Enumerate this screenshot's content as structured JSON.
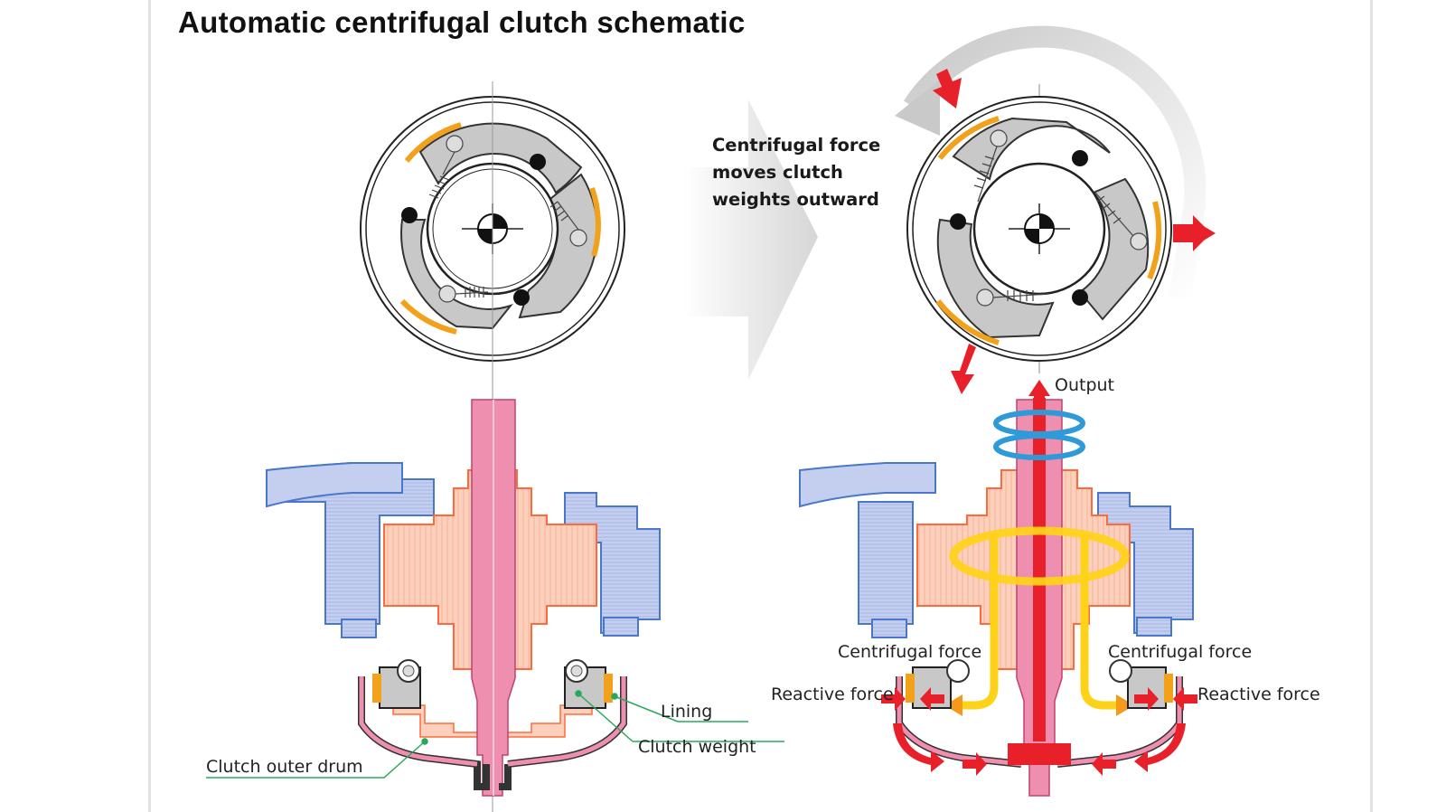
{
  "title": "Automatic centrifugal clutch schematic",
  "transition_note": {
    "lines": [
      "Centrifugal force",
      "moves clutch",
      "weights outward"
    ]
  },
  "left_diagram": {
    "state": "disengaged",
    "callouts": {
      "lining": "Lining",
      "clutch_weight": "Clutch weight",
      "clutch_outer_drum": "Clutch outer drum"
    }
  },
  "right_diagram": {
    "state": "engaged",
    "callouts": {
      "output": "Output",
      "centrifugal_force_left": "Centrifugal force",
      "centrifugal_force_right": "Centrifugal force",
      "reactive_force_left": "Reactive force",
      "reactive_force_right": "Reactive force"
    }
  },
  "colors": {
    "shaft_pink": "#ee8fb0",
    "hub_orange": "#ff6a3d",
    "hub_fill": "#fbd0bd",
    "stator_blue": "#4a78c8",
    "stator_fill": "#c4cff0",
    "lining_orange": "#f2a11a",
    "weight_gray": "#c8c8c8",
    "force_red": "#e8202a",
    "flow_yellow": "#ffd21a",
    "rotation_blue": "#2e9ad8",
    "leader_green": "#2aa85a",
    "rotation_gray": "#cfcfcf"
  }
}
